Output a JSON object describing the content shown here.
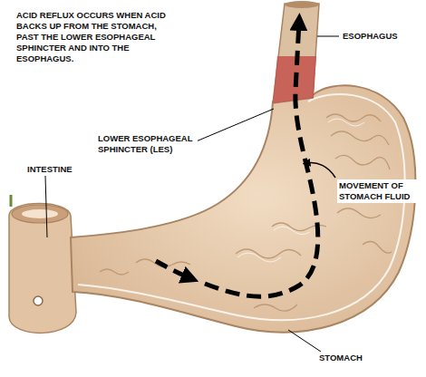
{
  "diagram": {
    "labels": [
      "ACID REFLUX OCCURS WHEN ACID BACKS UP FROM THE STOMACH, PAST THE LOWER ESOPHAGEAL SPHINCTER AND INTO THE ESOPHAGUS.",
      "ESOPHAGUS",
      "LOWER ESOPHAGEAL SPHINCTER (LES)",
      "INTESTINE",
      "MOVEMENT OF STOMACH FLUID",
      "STOMACH"
    ]
  }
}
